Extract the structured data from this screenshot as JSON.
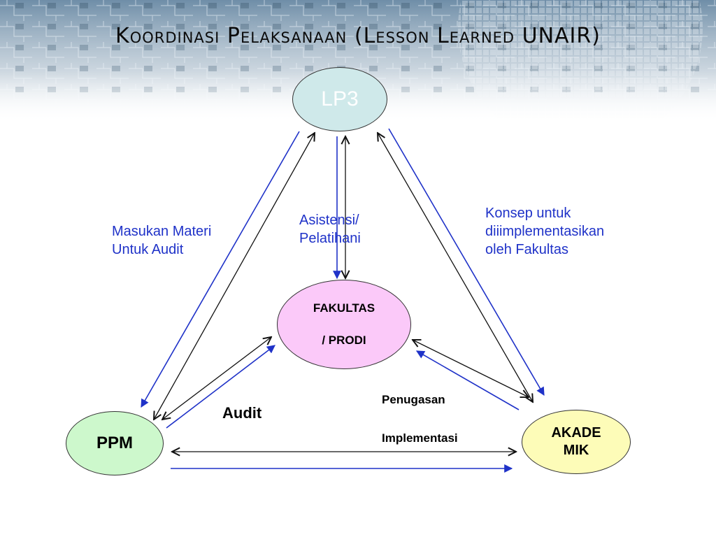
{
  "title": "Koordinasi Pelaksanaan (Lesson Learned UNAIR)",
  "nodes": {
    "lp3": "LP3",
    "fakultas": {
      "line1": "FAKULTAS",
      "line2": "/ PRODI"
    },
    "ppm": "PPM",
    "akademik": {
      "line1": "AKADE",
      "line2": "MIK"
    }
  },
  "labels": {
    "masukan": {
      "line1": "Masukan Materi",
      "line2": "Untuk Audit"
    },
    "asistensi": {
      "line1": "Asistensi/",
      "line2": "Pelatihani"
    },
    "konsep": {
      "line1": "Konsep untuk",
      "line2": "diiimplementasikan",
      "line3": "oleh Fakultas"
    },
    "audit": "Audit",
    "penugasan": "Penugasan",
    "implementasi": "Implementasi"
  },
  "colors": {
    "blue_arrow": "#1f32c8",
    "black_arrow": "#111111"
  }
}
